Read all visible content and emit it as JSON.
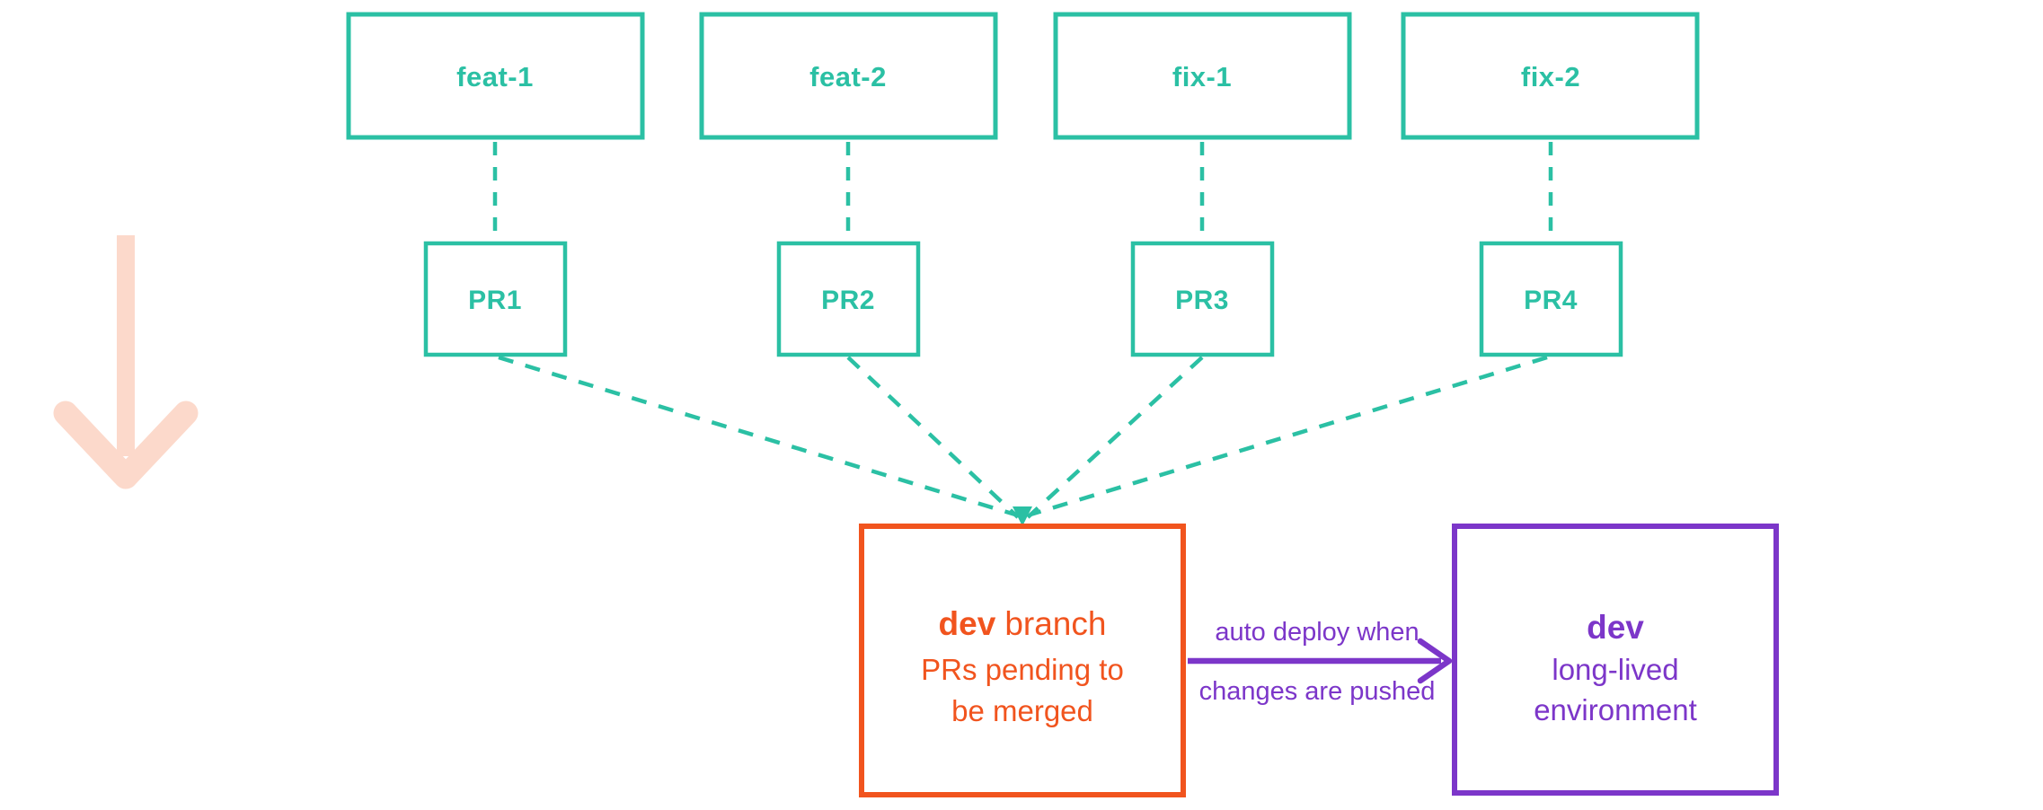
{
  "diagram": {
    "background": "#ffffff",
    "colors": {
      "teal": "#2bc0a4",
      "orange": "#f1541e",
      "purple": "#7c36c9",
      "pink": "#fcd9cb",
      "white": "#ffffff"
    },
    "branch_boxes": [
      {
        "label": "feat-1"
      },
      {
        "label": "feat-2"
      },
      {
        "label": "fix-1"
      },
      {
        "label": "fix-2"
      }
    ],
    "pr_boxes": [
      {
        "label": "PR1"
      },
      {
        "label": "PR2"
      },
      {
        "label": "PR3"
      },
      {
        "label": "PR4"
      }
    ],
    "dev_branch_box": {
      "title_bold": "dev",
      "title_rest": "branch",
      "subtitle_line1": "PRs pending to",
      "subtitle_line2": "be merged"
    },
    "deploy_arrow": {
      "label_line1": "auto deploy when",
      "label_line2": "changes are pushed"
    },
    "dev_environment_box": {
      "title": "dev",
      "subtitle_line1": "long-lived",
      "subtitle_line2": "environment"
    },
    "icons": {
      "flow_direction_arrow": "down-arrow",
      "merge_arrowhead": "down-arrowhead",
      "deploy_arrowhead": "right-arrowhead"
    }
  }
}
